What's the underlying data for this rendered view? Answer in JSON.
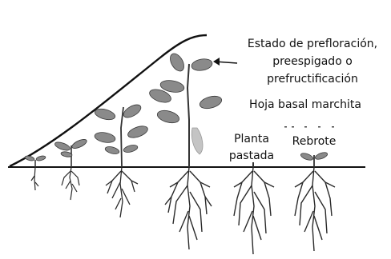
{
  "labels": {
    "stage": [
      "Estado de prefloración,",
      "preespigado o",
      "prefructificación"
    ],
    "withered_leaf": "Hoja basal marchita",
    "grazed_plant": [
      "Planta",
      "pastada"
    ],
    "regrowth": "Rebrote"
  },
  "colors": {
    "ink": "#111111",
    "leaf": "#8a8a8a",
    "leaf_edge": "#3a3a3a",
    "withered": "#c4c4c4",
    "root": "#2a2a2a"
  }
}
